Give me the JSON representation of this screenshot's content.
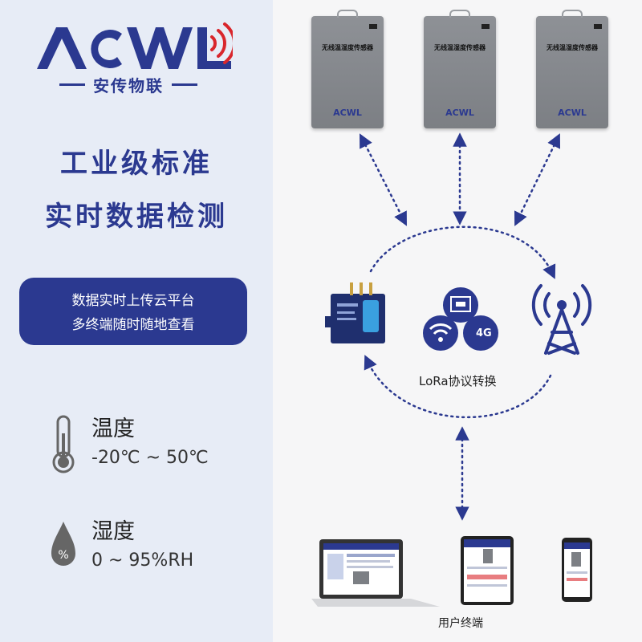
{
  "brand": {
    "logo_text": "ACWL",
    "subtitle": "安传物联"
  },
  "headline": {
    "line1": "工业级标准",
    "line2": "实时数据检测"
  },
  "feature_pill": {
    "line1": "数据实时上传云平台",
    "line2": "多终端随时随地查看"
  },
  "specs": {
    "temperature": {
      "title": "温度",
      "value": "-20℃ ~ 50℃",
      "icon": "thermometer-icon"
    },
    "humidity": {
      "title": "湿度",
      "value": "0 ~ 95%RH",
      "icon": "humidity-drop-icon"
    }
  },
  "sensors": [
    {
      "label": "无线温湿度传感器"
    },
    {
      "label": "无线温湿度传感器"
    },
    {
      "label": "无线温湿度传感器"
    }
  ],
  "hub": {
    "protocol_label": "LoRa协议转换",
    "badge_4g": "4G"
  },
  "terminals": {
    "label": "用户终端"
  },
  "colors": {
    "brand_blue": "#2b3990",
    "brand_red": "#d9262c",
    "panel_bg": "#e7ecf6"
  }
}
